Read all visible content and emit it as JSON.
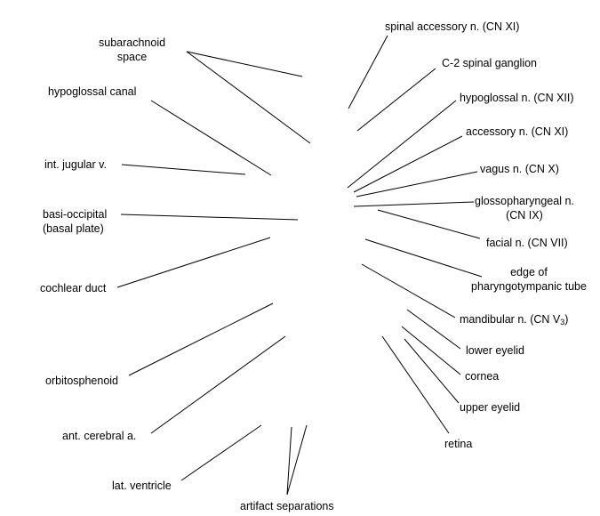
{
  "labels": {
    "subarachnoid_space": [
      "subarachnoid",
      "space"
    ],
    "hypoglossal_canal": "hypoglossal canal",
    "int_jugular_v": "int. jugular v.",
    "basi_occipital": [
      "basi-occipital",
      "(basal plate)"
    ],
    "cochlear_duct": "cochlear duct",
    "orbitosphenoid": "orbitosphenoid",
    "ant_cerebral_a": "ant. cerebral a.",
    "lat_ventricle": "lat. ventricle",
    "artifact_separations": "artifact separations",
    "spinal_accessory_n": "spinal accessory n. (CN XI)",
    "c2_spinal_ganglion": "C-2 spinal ganglion",
    "hypoglossal_n": "hypoglossal n. (CN XII)",
    "accessory_n": "accessory n. (CN XI)",
    "vagus_n": "vagus n. (CN X)",
    "glossopharyngeal_n": [
      "glossopharyngeal n.",
      "(CN IX)"
    ],
    "facial_n": "facial n. (CN VII)",
    "pharyngotympanic_tube": [
      "edge of",
      "pharyngotympanic tube"
    ],
    "mandibular_n": {
      "text": "mandibular n. (CN V",
      "subscript": "3",
      "suffix": ")"
    },
    "lower_eyelid": "lower eyelid",
    "cornea": "cornea",
    "upper_eyelid": "upper eyelid",
    "retina": "retina"
  }
}
